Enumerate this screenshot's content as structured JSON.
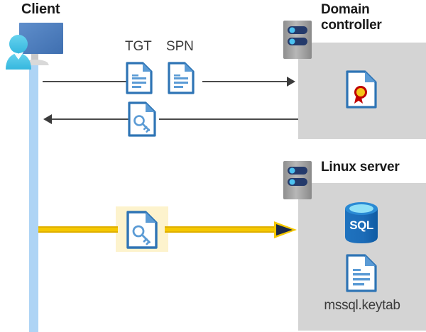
{
  "diagram": {
    "title_client": "Client",
    "title_domain_controller": "Domain controller",
    "title_linux_server": "Linux server",
    "colors": {
      "panel_gray": "#d4d4d4",
      "lifeline_blue": "#aed4f5",
      "doc_blue": "#2e74b5",
      "doc_blue_light": "#5b9bd5",
      "arrow_gray": "#3b3b3b",
      "arrow_yellow": "#f5c800",
      "highlight_yellow": "#fdf3cd",
      "sql_blue": "#0f6cbd",
      "sql_top_cyan": "#6fd4f2",
      "server_gray": "#9e9e9e",
      "server_slot_navy": "#243a6b",
      "server_dot_cyan": "#4cc2f1",
      "cert_gold": "#f5c518",
      "cert_red": "#c00000",
      "person_cyan": "#45c3e6",
      "monitor_blue": "#4a7ebb"
    },
    "labels": {
      "tgt": "TGT",
      "spn": "SPN",
      "keytab_file": "mssql.keytab"
    },
    "icons": {
      "client": "client-workstation-icon",
      "domain_controller_server": "server-rack-icon",
      "linux_server": "server-rack-icon",
      "certificate": "certificate-document-icon",
      "sql_database": "sql-database-icon",
      "keytab_document": "document-icon",
      "tgt_document": "document-icon",
      "spn_document": "document-icon",
      "key_document": "key-document-icon",
      "service_ticket": "key-document-icon"
    },
    "flows": [
      {
        "id": "request",
        "direction": "right",
        "from": "client",
        "to": "domain-controller",
        "payload": [
          "TGT",
          "SPN"
        ]
      },
      {
        "id": "response",
        "direction": "left",
        "from": "domain-controller",
        "to": "client",
        "payload": [
          "service-ticket"
        ]
      },
      {
        "id": "authenticate",
        "direction": "right",
        "from": "client",
        "to": "linux-server",
        "payload": [
          "service-ticket"
        ],
        "highlighted": true
      }
    ]
  }
}
